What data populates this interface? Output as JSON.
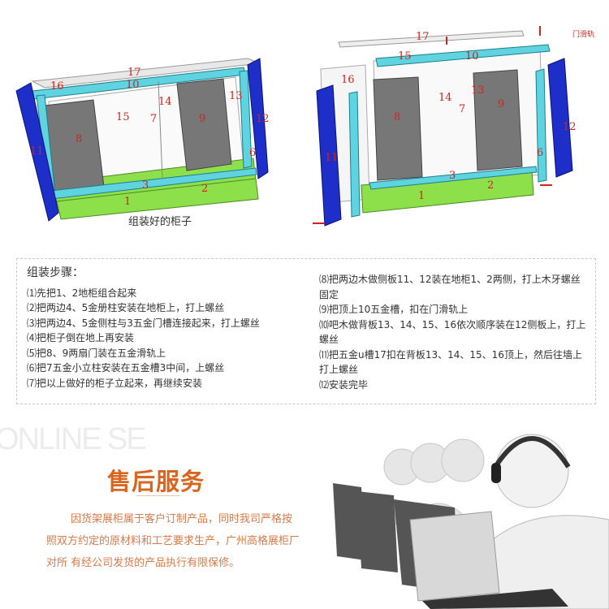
{
  "diagram_left": {
    "labels": [
      "17",
      "16",
      "10",
      "15",
      "14",
      "13",
      "12",
      "11",
      "8",
      "7",
      "9",
      "6",
      "3",
      "1",
      "2"
    ],
    "caption": "组装好的柜子"
  },
  "diagram_right": {
    "labels": [
      "17",
      "15",
      "10",
      "16",
      "14",
      "13",
      "8",
      "7",
      "9",
      "12",
      "11",
      "6",
      "1",
      "2",
      "3"
    ],
    "rail_label": "门滑轨"
  },
  "steps": {
    "title": "组装步骤：",
    "left": [
      "⑴先把1、2地柜组合起来",
      "⑵把两边4、5金册柱安装在地柜上，打上螺丝",
      "⑶把两边4、5金侧柱与3五金门槽连接起来，打上螺丝",
      "⑷把柜子倒在地上再安装",
      "⑸把8、9两扇门装在五金滑轨上",
      "⑹把7五金小立柱安装在五金槽3中间，上螺丝",
      "⑺把以上做好的柜子立起来，再继续安装"
    ],
    "right": [
      "⑻把两边木做侧板11、12装在地柜1、2两侧，打上木牙螺丝固定",
      "⑼把顶上10五金槽，扣在门滑轨上",
      "⑽吧木做背板13、14、15、16依次顺序装在12侧板上，打上螺丝",
      "⑾把五金u槽17扣在背板13、14、15、16顶上，然后往墙上打上螺丝",
      "⑿安装完毕"
    ]
  },
  "after_sales": {
    "watermark": "ONLINE SE",
    "title": "售后服务",
    "text": "因货架展柜属于客户订制产品，同时我司严格按照双方约定的原材料和工艺要求生产，广州高格展柜厂对所 有经公司发货的产品执行有限保修。",
    "accent": "#d9661e"
  },
  "colors": {
    "pillar": "#1d2fc8",
    "frame": "#5fd3e0",
    "base": "#8ee04a",
    "label": "#d2231c"
  }
}
